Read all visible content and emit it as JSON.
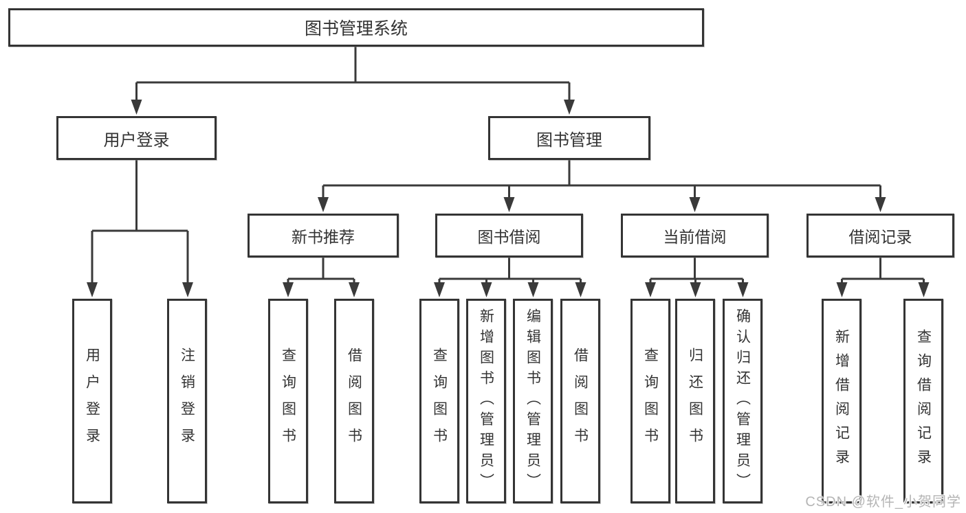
{
  "diagram": {
    "root": "图书管理系统",
    "branches": [
      {
        "label": "用户登录",
        "children": [
          "用户登录",
          "注销登录"
        ]
      },
      {
        "label": "图书管理",
        "children": [
          {
            "label": "新书推荐",
            "children": [
              "查询图书",
              "借阅图书"
            ]
          },
          {
            "label": "图书借阅",
            "children": [
              "查询图书",
              "新增图书（管理员）",
              "编辑图书（管理员）",
              "借阅图书"
            ]
          },
          {
            "label": "当前借阅",
            "children": [
              "查询图书",
              "归还图书",
              "确认归还（管理员）"
            ]
          },
          {
            "label": "借阅记录",
            "children": [
              "新增借阅记录",
              "查询借阅记录"
            ]
          }
        ]
      }
    ],
    "watermark": "CSDN @软件_小贺同学",
    "colors": {
      "line": "#3a3a3a",
      "text": "#333333",
      "background": "#ffffff",
      "watermark": "#b5b5b5"
    }
  }
}
